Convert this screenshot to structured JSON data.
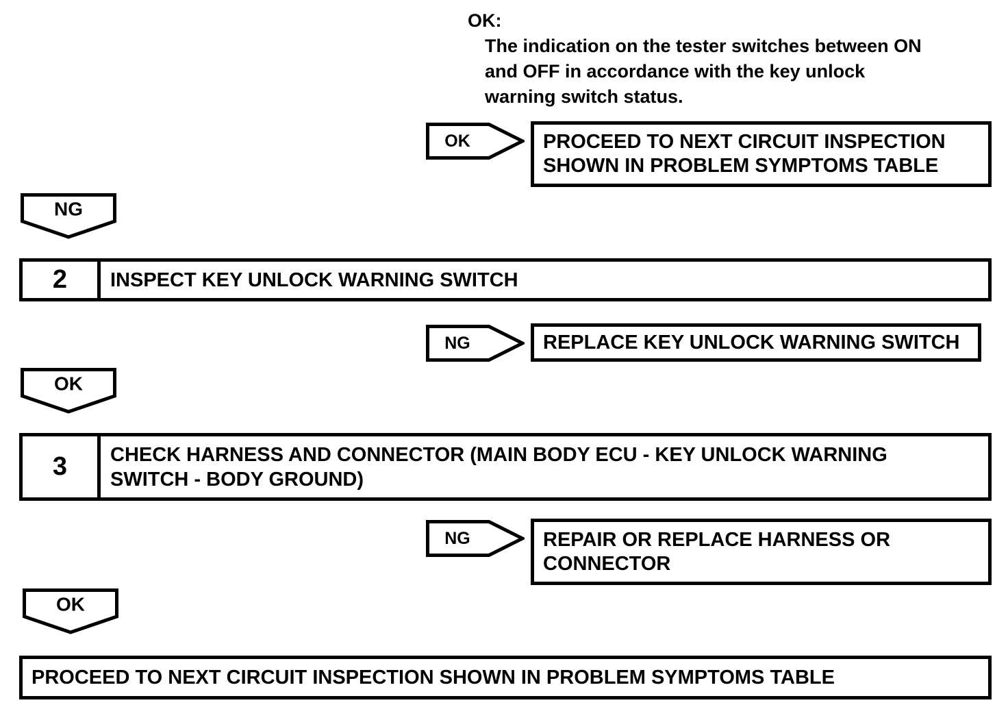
{
  "note": {
    "label": "OK:",
    "lines": [
      "The indication on the tester switches between ON",
      "and OFF in accordance with the key unlock",
      "warning switch status."
    ]
  },
  "connectors": {
    "ok_arrow_1": "OK",
    "ng_pentagon_1": "NG",
    "ng_arrow_2": "NG",
    "ok_pentagon_2": "OK",
    "ng_arrow_3": "NG",
    "ok_pentagon_3": "OK"
  },
  "steps": [
    {
      "number": "2",
      "title_lines": [
        "INSPECT KEY UNLOCK WARNING SWITCH"
      ]
    },
    {
      "number": "3",
      "title_lines": [
        "CHECK HARNESS AND CONNECTOR (MAIN BODY ECU - KEY UNLOCK WARNING",
        "SWITCH - BODY GROUND)"
      ]
    }
  ],
  "result_boxes": {
    "proceed_top": {
      "lines": [
        "PROCEED TO NEXT CIRCUIT INSPECTION",
        "SHOWN IN PROBLEM SYMPTOMS TABLE"
      ]
    },
    "replace_switch": {
      "lines": [
        "REPLACE KEY UNLOCK WARNING SWITCH"
      ]
    },
    "repair_harness": {
      "lines": [
        "REPAIR OR REPLACE HARNESS OR",
        "CONNECTOR"
      ]
    },
    "proceed_bottom": {
      "lines": [
        "PROCEED TO NEXT CIRCUIT INSPECTION SHOWN IN PROBLEM SYMPTOMS TABLE"
      ]
    }
  },
  "colors": {
    "ink": "#000000",
    "background": "#ffffff"
  }
}
